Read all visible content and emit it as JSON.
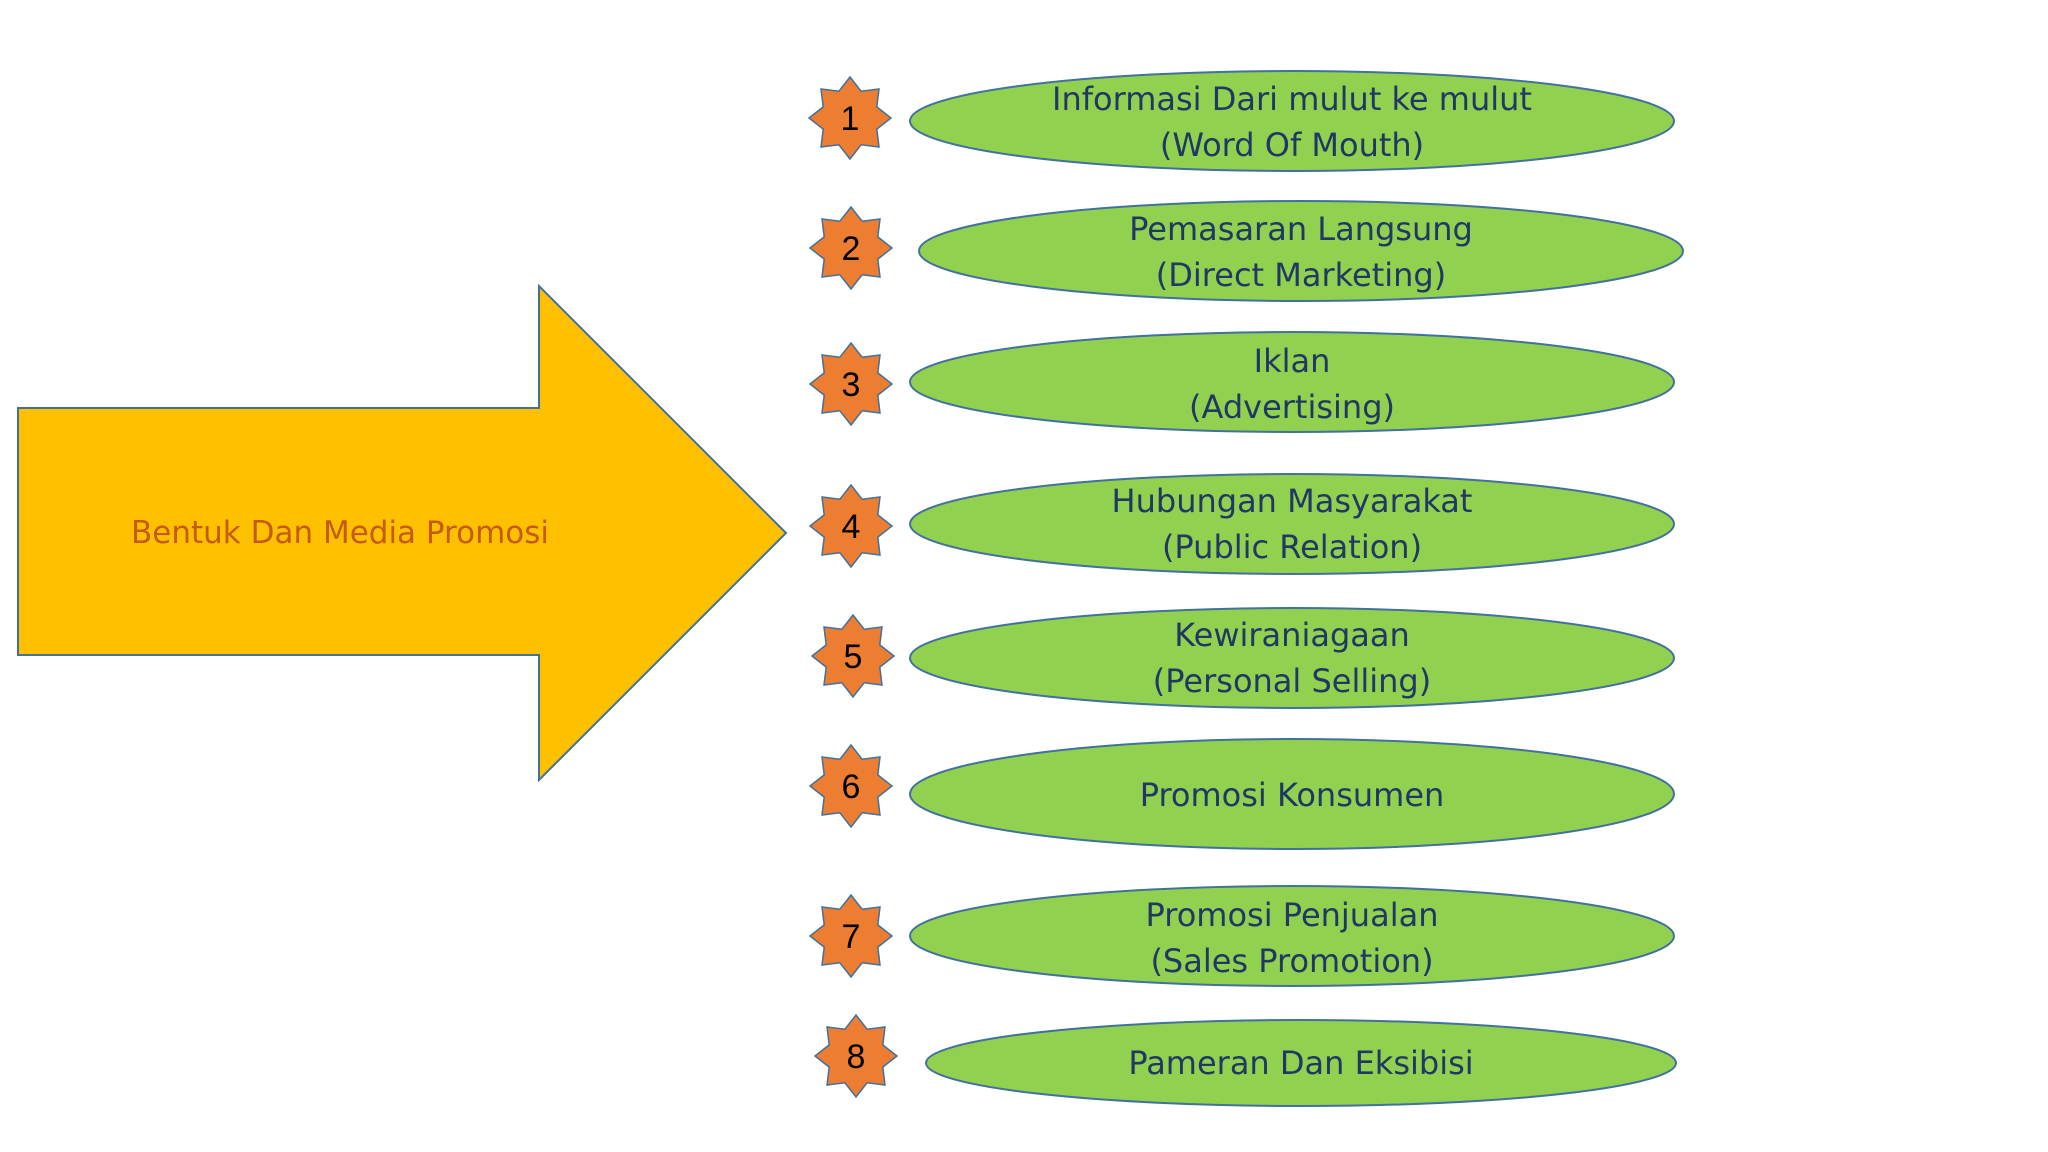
{
  "title": "Bentuk Dan Media Promosi",
  "colors": {
    "arrow_fill": "#FFC000",
    "arrow_stroke": "#41719C",
    "arrow_text": "#C55A11",
    "ellipse_fill": "#92D050",
    "ellipse_stroke": "#41719C",
    "ellipse_text": "#1F3864",
    "star_fill": "#ED7D31",
    "star_stroke": "#41719C",
    "star_text": "#000000"
  },
  "items": [
    {
      "number": "1",
      "line1": "Informasi Dari mulut ke mulut",
      "line2": "(Word Of Mouth)"
    },
    {
      "number": "2",
      "line1": "Pemasaran Langsung",
      "line2": "(Direct Marketing)"
    },
    {
      "number": "3",
      "line1": "Iklan",
      "line2": "(Advertising)"
    },
    {
      "number": "4",
      "line1": "Hubungan Masyarakat",
      "line2": "(Public Relation)"
    },
    {
      "number": "5",
      "line1": "Kewiraniagaan",
      "line2": "(Personal Selling)"
    },
    {
      "number": "6",
      "line1": "Promosi Konsumen",
      "line2": ""
    },
    {
      "number": "7",
      "line1": "Promosi Penjualan",
      "line2": "(Sales Promotion)"
    },
    {
      "number": "8",
      "line1": "Pameran Dan Eksibisi",
      "line2": ""
    }
  ]
}
